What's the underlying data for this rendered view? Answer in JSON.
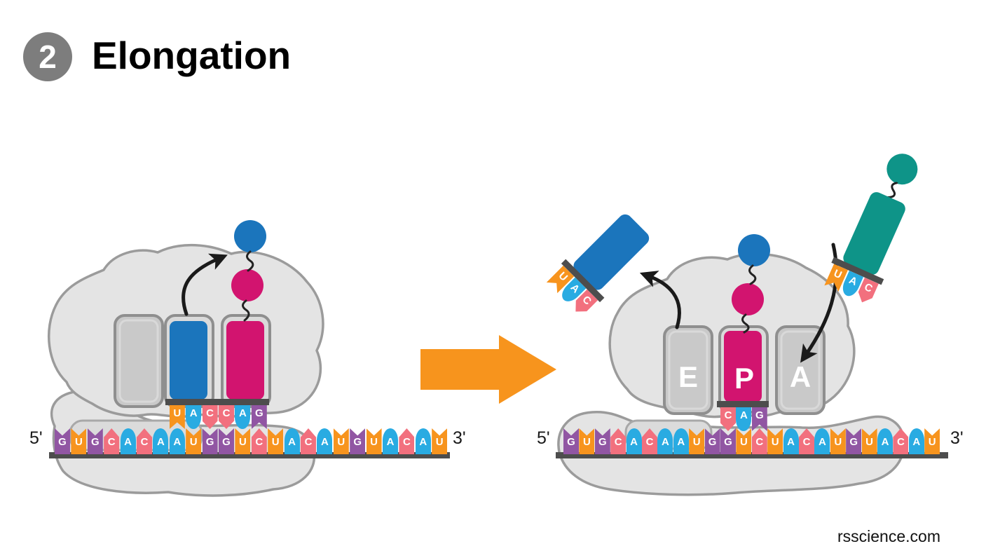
{
  "header": {
    "step_number": "2",
    "title": "Elongation"
  },
  "watermark": "rsscience.com",
  "colors": {
    "nucleotide_A": "#29ABE2",
    "nucleotide_C": "#F2707E",
    "nucleotide_G": "#9156A3",
    "nucleotide_U": "#F7941E",
    "trna_blue": "#1B75BC",
    "trna_magenta": "#D2146F",
    "trna_teal": "#0E9488",
    "ribosome_fill": "#E4E4E4",
    "ribosome_stroke": "#9B9B9B",
    "empty_site_fill": "#C9C9C9",
    "mrna_backbone": "#4D4D4D",
    "transition_arrow": "#F7941D",
    "step_badge": "#7D7D7D"
  },
  "left_panel": {
    "mrna": {
      "five_prime_label": "5'",
      "three_prime_label": "3'",
      "sequence": "GUGCACAAUGGUCUACAUGUACAU",
      "anticodon_start_index": 7
    },
    "p_site_trna": {
      "anticodon": "UAC",
      "body_color": "#1B75BC"
    },
    "a_site_trna": {
      "anticodon": "CAG",
      "body_color": "#D2146F"
    },
    "peptide_chain": [
      "#1B75BC",
      "#D2146F"
    ]
  },
  "right_panel": {
    "site_labels": {
      "e": "E",
      "p": "P",
      "a": "A"
    },
    "mrna": {
      "five_prime_label": "5'",
      "three_prime_label": "3'",
      "sequence": "GUGCACAAUGGUCUACAUGUACAU",
      "anticodon_start_index": 10
    },
    "p_site_trna": {
      "anticodon": "CAG",
      "body_color": "#D2146F"
    },
    "exiting_trna": {
      "anticodon": "UAC",
      "body_color": "#1B75BC"
    },
    "incoming_trna": {
      "anticodon": "UAC",
      "body_color": "#0E9488",
      "amino_acid_color": "#0E9488"
    },
    "peptide_chain": [
      "#1B75BC",
      "#D2146F"
    ]
  }
}
